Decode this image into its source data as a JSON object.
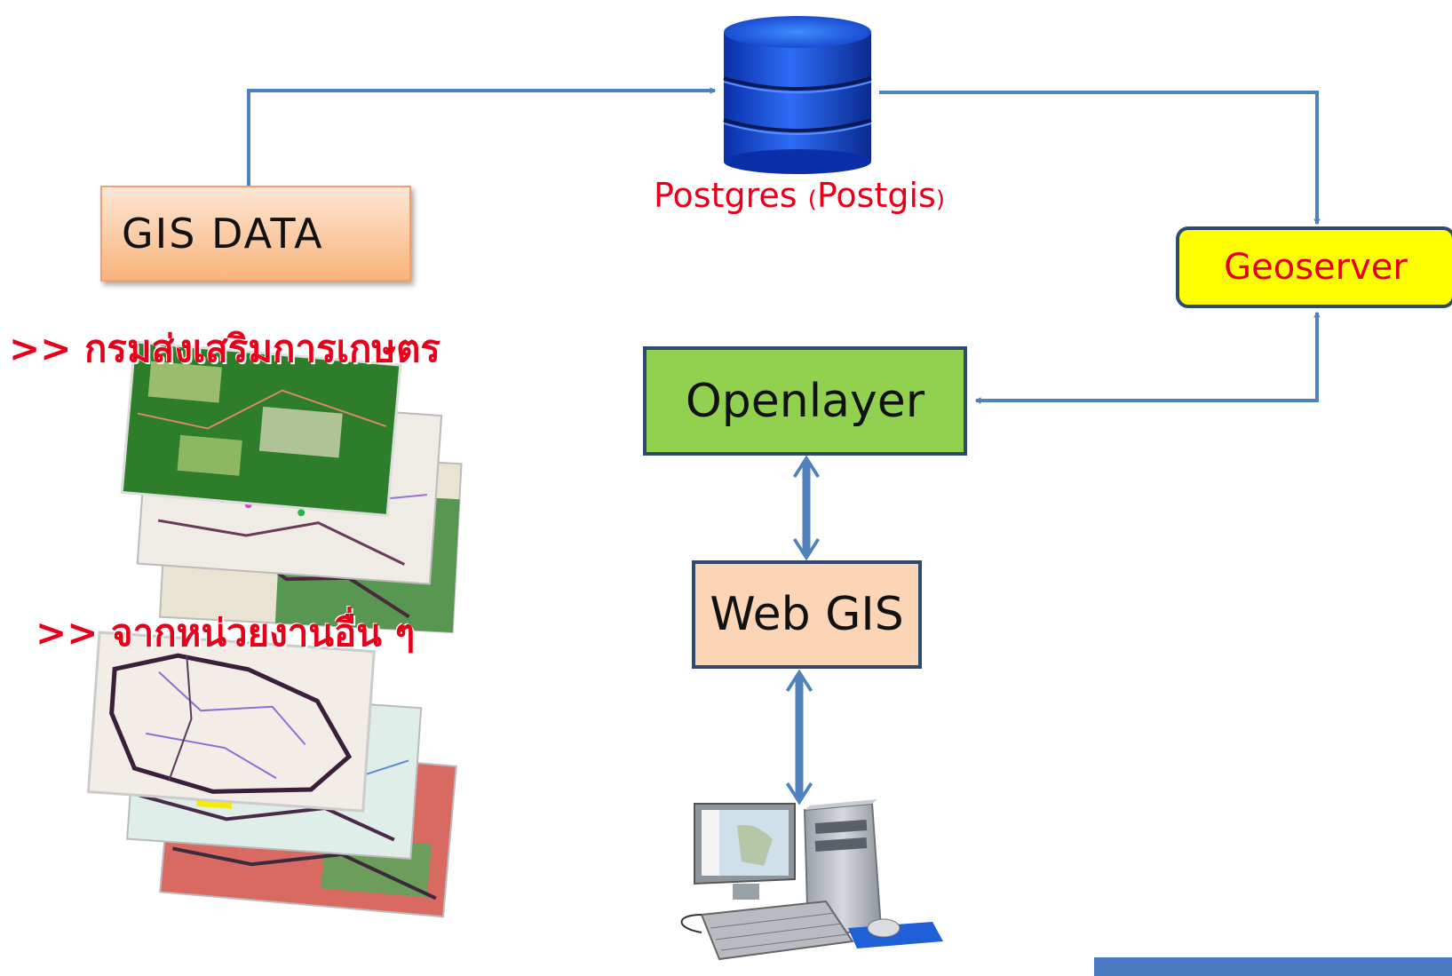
{
  "nodes": {
    "gis_data": "GIS DATA",
    "postgres": "Postgres",
    "postgis_open": "(",
    "postgis": "Postgis",
    "postgis_close": ")",
    "geoserver": "Geoserver",
    "openlayer": "Openlayer",
    "webgis": "Web GIS"
  },
  "sources": {
    "doae": ">> กรมส่งเสริมการเกษตร",
    "other_agencies": ">> จากหน่วยงานอื่น ๆ"
  },
  "colors": {
    "arrow": "#4f81bd",
    "label_red": "#e8001a",
    "geoserver_fill": "#ffff00",
    "openlayer_fill": "#92d050",
    "webgis_fill": "#fbd5b5",
    "gisdata_fill": "#f9b47c",
    "database_blue": "#1f56e0",
    "bottom_bar": "#4a7bc2"
  },
  "icons": [
    "database-icon",
    "desktop-computer-icon",
    "map-layers-image"
  ]
}
